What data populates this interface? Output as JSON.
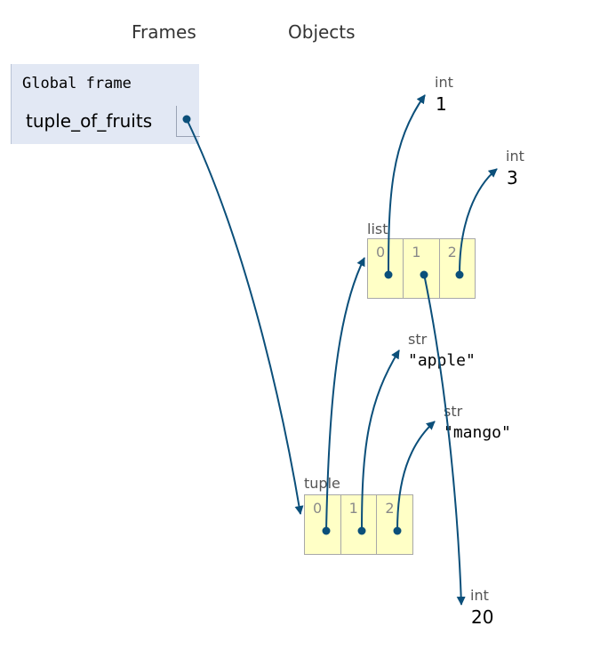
{
  "headers": {
    "frames": "Frames",
    "objects": "Objects"
  },
  "global_frame": {
    "title": "Global frame",
    "variables": [
      {
        "name": "tuple_of_fruits"
      }
    ]
  },
  "heap": {
    "list": {
      "type": "list",
      "indices": [
        "0",
        "1",
        "2"
      ]
    },
    "tuple": {
      "type": "tuple",
      "indices": [
        "0",
        "1",
        "2"
      ]
    },
    "int_1": {
      "type": "int",
      "value": "1"
    },
    "int_3": {
      "type": "int",
      "value": "3"
    },
    "int_20": {
      "type": "int",
      "value": "20"
    },
    "str_apple": {
      "type": "str",
      "value": "\"apple\""
    },
    "str_mango": {
      "type": "str",
      "value": "\"mango\""
    }
  },
  "colors": {
    "pointer": "#0b4f7a",
    "heap_fill": "#ffffc6",
    "frame_fill": "#e2e8f4"
  }
}
